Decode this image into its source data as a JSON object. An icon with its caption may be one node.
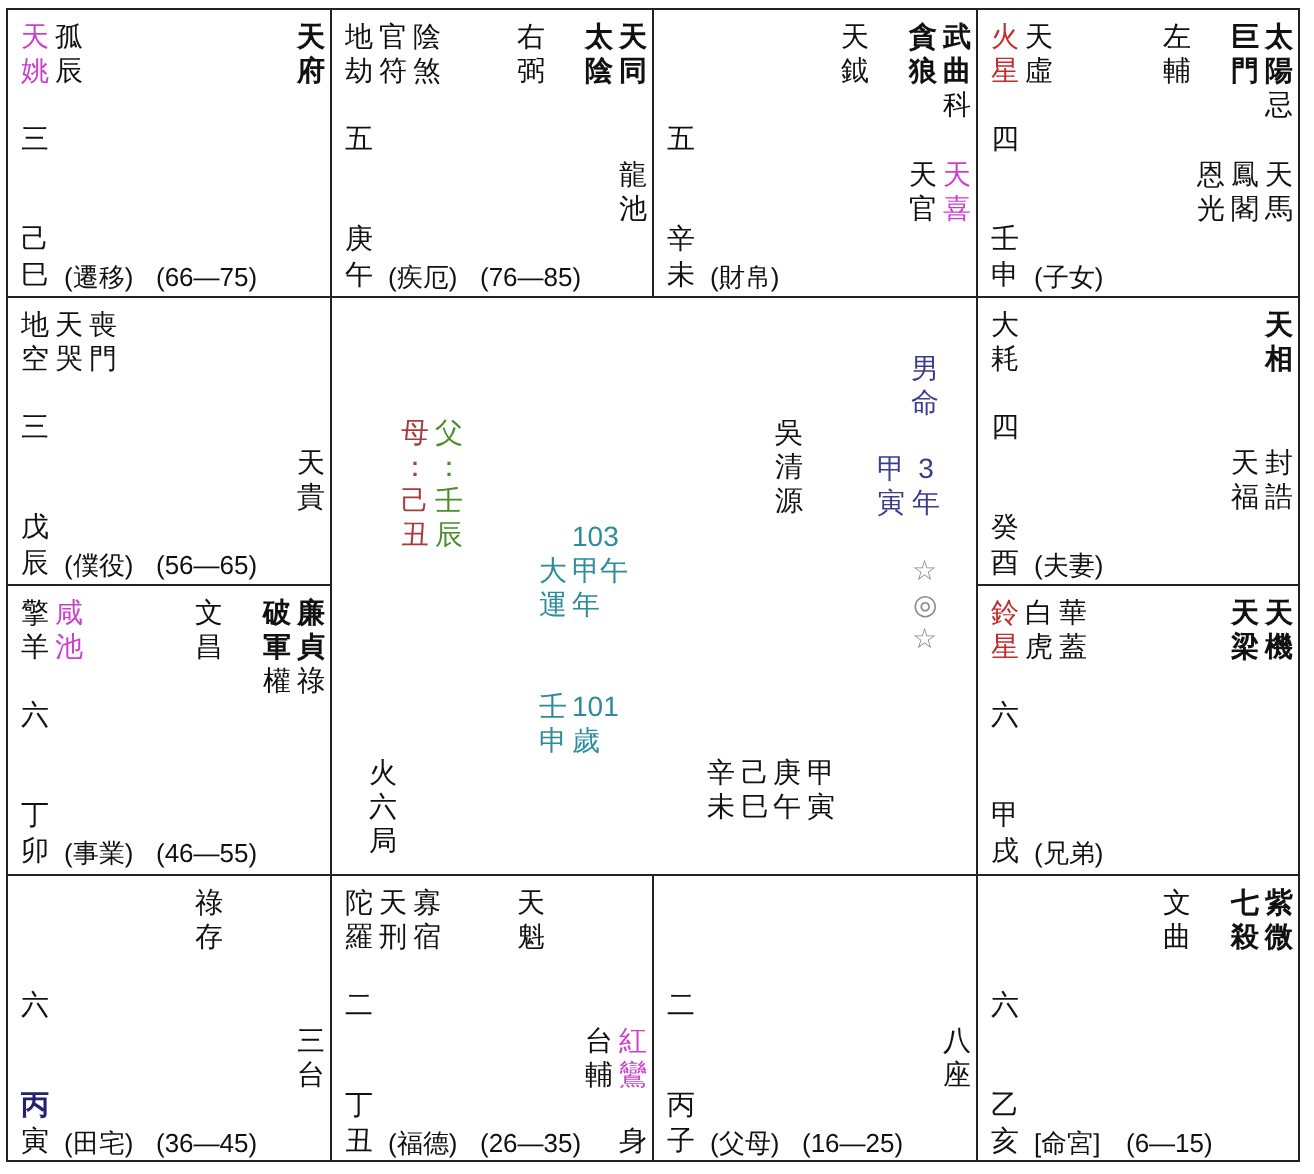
{
  "diagram": {
    "nodes": [
      {
        "text": [
          "天姚",
          "孤辰",
          "天府",
          "三",
          "己",
          "巳",
          "(遷移)",
          "(66—75)"
        ]
      },
      {
        "text": [
          "地劫",
          "官符",
          "陰煞",
          "右弼",
          "太陰",
          "天同",
          "五",
          "龍池",
          "庚",
          "午",
          "(疾厄)",
          "(76—85)"
        ]
      },
      {
        "text": [
          "天鉞",
          "貪狼",
          "武曲",
          "科",
          "五",
          "天官",
          "天喜",
          "辛",
          "未",
          "(財帛)"
        ]
      },
      {
        "text": [
          "火星",
          "天虛",
          "左輔",
          "巨門",
          "太陽",
          "忌",
          "四",
          "恩光",
          "鳳閣",
          "天馬",
          "壬",
          "申",
          "(子女)"
        ]
      },
      {
        "text": [
          "地空",
          "天哭",
          "喪門",
          "三",
          "天貴",
          "戊",
          "辰",
          "(僕役)",
          "(56—65)"
        ]
      },
      {
        "text": [
          "男命",
          "母：己丑",
          "父：壬辰",
          "吳清源",
          "甲寅",
          "3年",
          "大運",
          "103甲午年",
          "☆◎☆",
          "壬申",
          "101歲",
          "火六局",
          "辛未",
          "己巳",
          "庚午",
          "甲寅"
        ]
      },
      {
        "text": [
          "大耗",
          "天相",
          "四",
          "天福",
          "封誥",
          "癸",
          "酉",
          "(夫妻)"
        ]
      },
      {
        "text": [
          "擎羊",
          "咸池",
          "文昌",
          "破軍",
          "權",
          "廉貞",
          "祿",
          "六",
          "丁",
          "卯",
          "(事業)",
          "(46—55)"
        ]
      },
      {
        "text": [
          "鈴星",
          "白虎",
          "華蓋",
          "天梁",
          "天機",
          "六",
          "甲",
          "戌",
          "(兄弟)"
        ]
      },
      {
        "text": [
          "祿存",
          "六",
          "三台",
          "丙",
          "寅",
          "(田宅)",
          "(36—45)"
        ]
      },
      {
        "text": [
          "陀羅",
          "天刑",
          "寡宿",
          "天魁",
          "二",
          "台輔",
          "紅鸞",
          "丁",
          "丑",
          "(福德)",
          "(26—35)",
          "身"
        ]
      },
      {
        "text": [
          "二",
          "八座",
          "丙",
          "子",
          "(父母)",
          "(16—25)"
        ]
      },
      {
        "text": [
          "文曲",
          "七殺",
          "紫微",
          "六",
          "乙",
          "亥",
          "[命宮]",
          "(6—15)"
        ]
      }
    ]
  }
}
